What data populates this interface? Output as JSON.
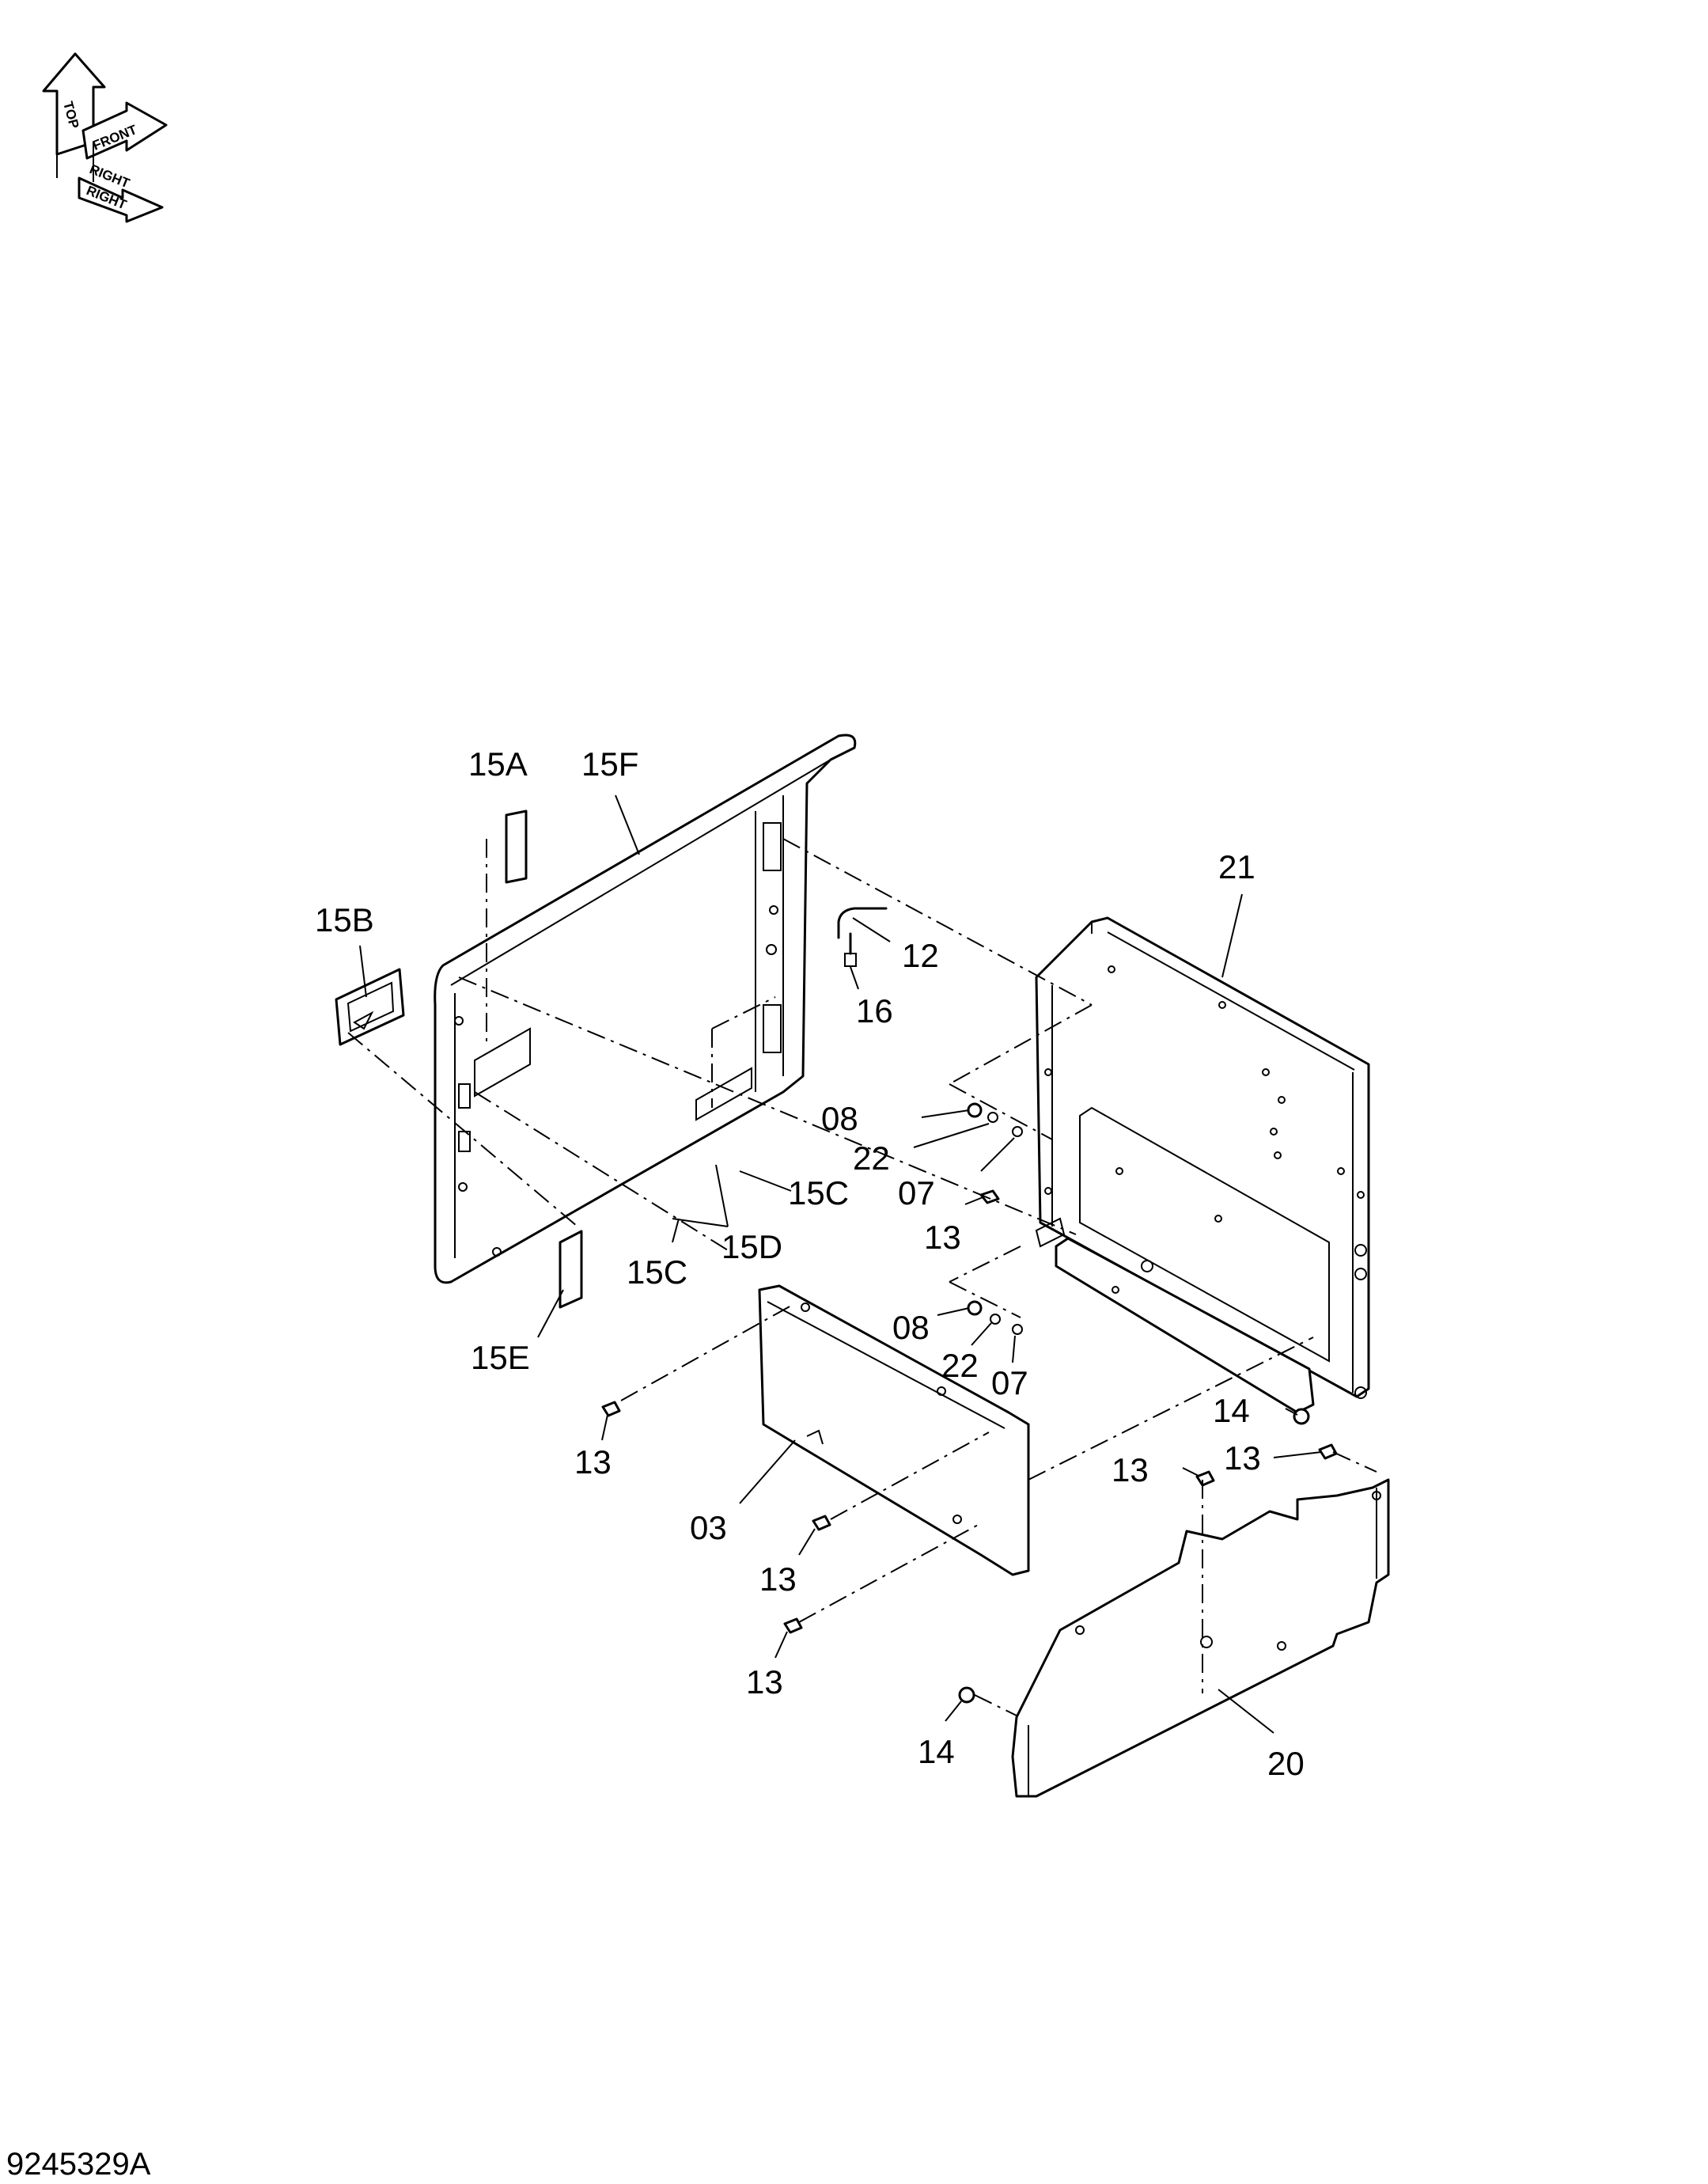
{
  "direction_indicator": {
    "top": "TOP",
    "front": "FRONT",
    "right_upper": "RIGHT",
    "right_lower": "RIGHT"
  },
  "callouts": {
    "c15A": "15A",
    "c15F": "15F",
    "c15B": "15B",
    "c12": "12",
    "c16": "16",
    "c21": "21",
    "c08a": "08",
    "c22a": "22",
    "c07a": "07",
    "c15C_right": "15C",
    "c13a": "13",
    "c15D": "15D",
    "c15C_low": "15C",
    "c15E": "15E",
    "c08b": "08",
    "c22b": "22",
    "c07b": "07",
    "c14a": "14",
    "c13b": "13",
    "c13c": "13",
    "c13d": "13",
    "c03": "03",
    "c13e": "13",
    "c13f": "13",
    "c14b": "14",
    "c20": "20"
  },
  "drawing_code": "9245329A"
}
